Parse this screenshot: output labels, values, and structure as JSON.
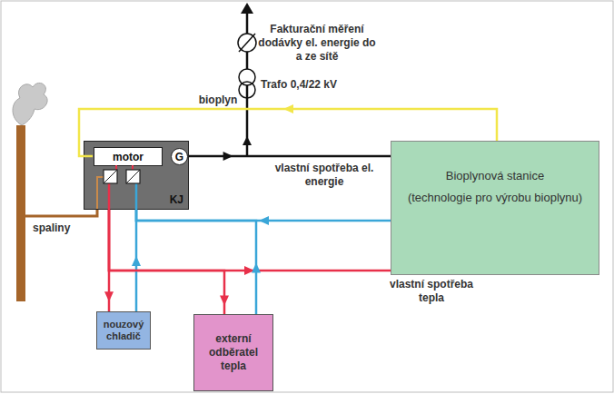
{
  "diagram": {
    "nodes": [
      {
        "text": [
          "KJ"
        ]
      },
      {
        "text": [
          "motor"
        ],
        "in": 0
      },
      {
        "text": [
          "G"
        ],
        "in": 0
      },
      {
        "text": [
          "Bioplynová stanice",
          "(technologie pro výrobu bioplynu)"
        ]
      },
      {
        "text": [
          "nouzový chladič"
        ]
      },
      {
        "text": [
          "externí odběratel tepla"
        ]
      }
    ],
    "edges": [
      {
        "from": 3,
        "to": 1,
        "arrow": "to",
        "label": "bioplyn"
      },
      {
        "from": 2,
        "to": 3,
        "arrow": "to",
        "label": "vlastní spotřeba el. energie"
      },
      {
        "from": 0,
        "to": 3,
        "arrow": "to",
        "label": "vlastní spotřeba tepla"
      },
      {
        "from": 3,
        "to": 0,
        "arrow": "to"
      },
      {
        "from": 0,
        "to": 4,
        "arrow": "to"
      },
      {
        "from": 4,
        "to": 0,
        "arrow": "to"
      },
      {
        "from": 0,
        "to": 5,
        "arrow": "to"
      },
      {
        "from": 5,
        "to": 0,
        "arrow": "to"
      }
    ],
    "labels": [
      "Fakturační měření dodávky el. energie do a ze sítě",
      "Trafo 0,4/22 kV",
      "spaliny"
    ]
  }
}
